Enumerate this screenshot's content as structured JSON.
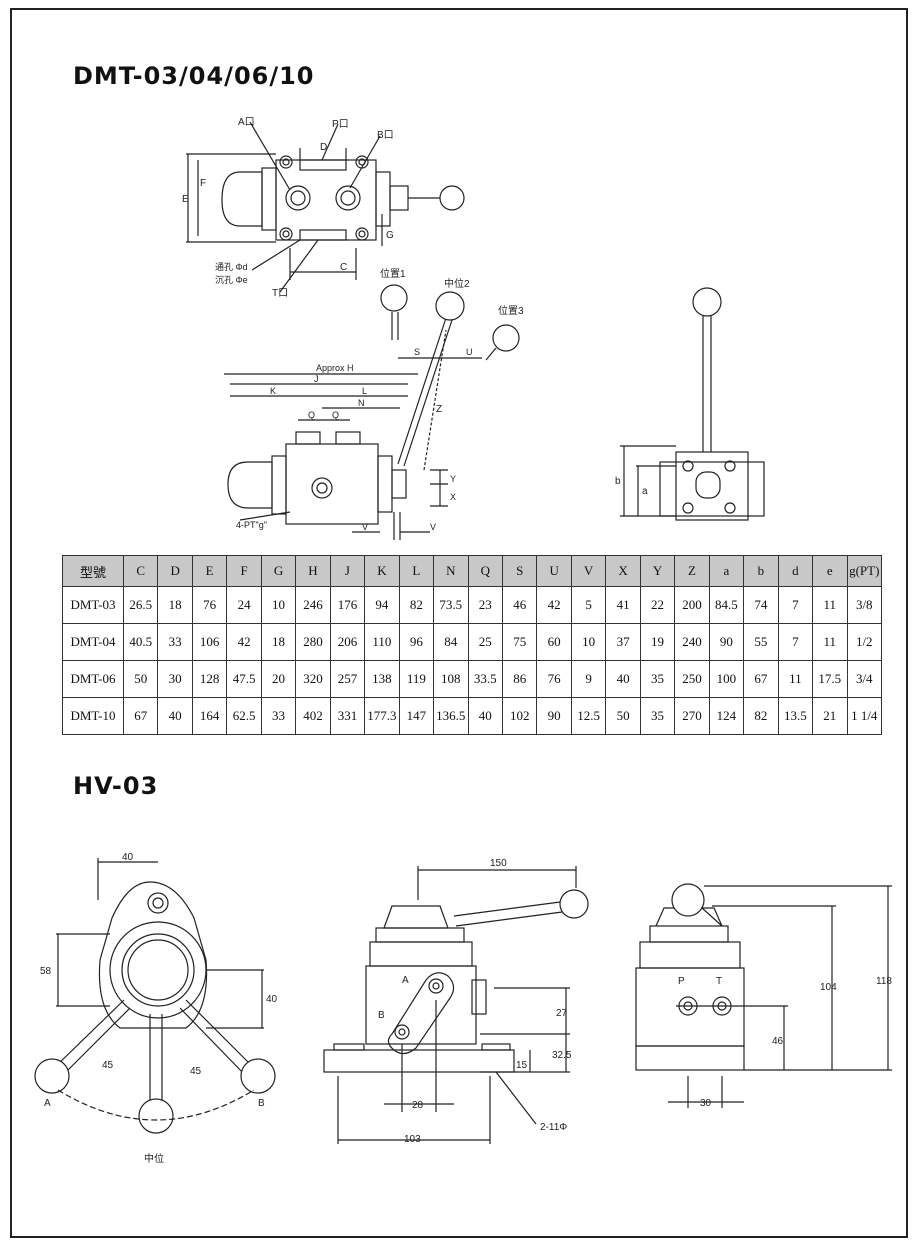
{
  "section1": {
    "title": "DMT-03/04/06/10",
    "drawing_labels": {
      "port_a": "A口",
      "port_p": "P口",
      "port_b": "B口",
      "port_t": "T口",
      "through_hole": "通孔 Φd",
      "counterbore": "沉孔 Φe",
      "dim_c": "C",
      "dim_d": "D",
      "dim_e": "E",
      "dim_f": "F",
      "dim_g": "G",
      "position1": "位置1",
      "position2": "中位2",
      "position3": "位置3",
      "approx_h": "Approx H",
      "dim_j": "J",
      "dim_k": "K",
      "dim_l": "L",
      "dim_n": "N",
      "dim_q": "Q",
      "dim_s": "S",
      "dim_u": "U",
      "dim_z": "Z",
      "dim_y": "Y",
      "dim_x": "X",
      "dim_v": "V",
      "pt_g": "4-PT\"g\"",
      "dim_a": "a",
      "dim_b": "b"
    }
  },
  "spec_table": {
    "headers": [
      "型號",
      "C",
      "D",
      "E",
      "F",
      "G",
      "H",
      "J",
      "K",
      "L",
      "N",
      "Q",
      "S",
      "U",
      "V",
      "X",
      "Y",
      "Z",
      "a",
      "b",
      "d",
      "e",
      "g(PT)"
    ],
    "rows": [
      [
        "DMT-03",
        "26.5",
        "18",
        "76",
        "24",
        "10",
        "246",
        "176",
        "94",
        "82",
        "73.5",
        "23",
        "46",
        "42",
        "5",
        "41",
        "22",
        "200",
        "84.5",
        "74",
        "7",
        "11",
        "3/8"
      ],
      [
        "DMT-04",
        "40.5",
        "33",
        "106",
        "42",
        "18",
        "280",
        "206",
        "110",
        "96",
        "84",
        "25",
        "75",
        "60",
        "10",
        "37",
        "19",
        "240",
        "90",
        "55",
        "7",
        "11",
        "1/2"
      ],
      [
        "DMT-06",
        "50",
        "30",
        "128",
        "47.5",
        "20",
        "320",
        "257",
        "138",
        "119",
        "108",
        "33.5",
        "86",
        "76",
        "9",
        "40",
        "35",
        "250",
        "100",
        "67",
        "11",
        "17.5",
        "3/4"
      ],
      [
        "DMT-10",
        "67",
        "40",
        "164",
        "62.5",
        "33",
        "402",
        "331",
        "177.3",
        "147",
        "136.5",
        "40",
        "102",
        "90",
        "12.5",
        "50",
        "35",
        "270",
        "124",
        "82",
        "13.5",
        "21",
        "1 1/4"
      ]
    ]
  },
  "section2": {
    "title": "HV-03",
    "drawing_labels": {
      "dim_40_top": "40",
      "dim_58": "58",
      "dim_40_side": "40",
      "angle_left": "45",
      "angle_right": "45",
      "label_a": "A",
      "label_b": "B",
      "center_pos": "中位",
      "dim_150": "150",
      "port_a": "A",
      "port_b": "B",
      "dim_27": "27",
      "dim_32_5": "32.5",
      "dim_15": "15",
      "dim_28": "28",
      "dim_103": "103",
      "holes": "2-11Φ",
      "port_p": "P",
      "port_t": "T",
      "dim_104": "104",
      "dim_118": "118",
      "dim_46": "46",
      "dim_30": "30"
    }
  }
}
